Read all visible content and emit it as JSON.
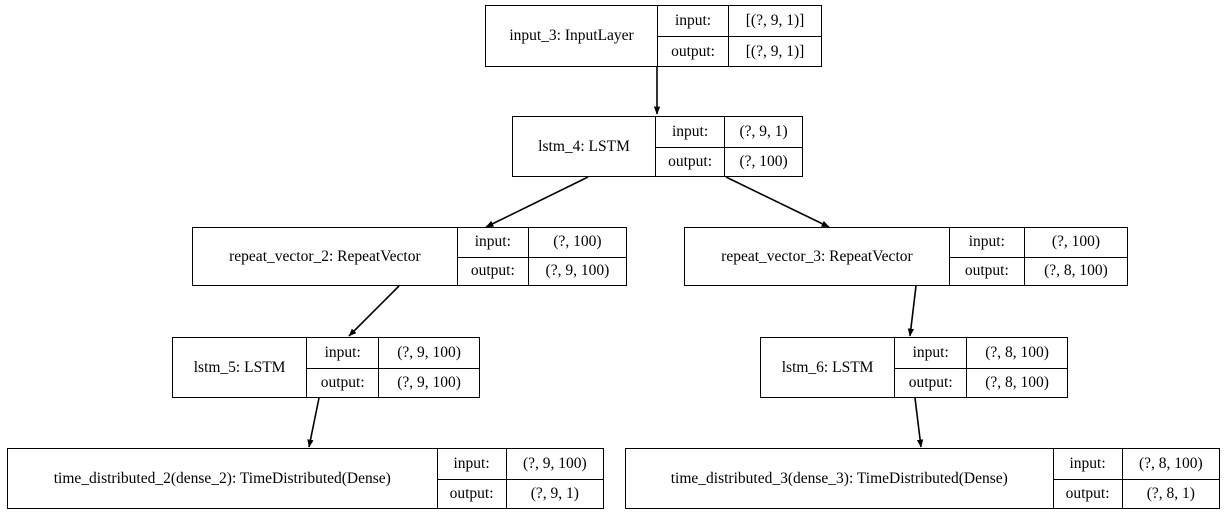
{
  "diagram": {
    "type": "keras-model-architecture",
    "title": "",
    "background_color": "#ffffff",
    "line_color": "#000000",
    "text_color": "#000000",
    "io_labels": {
      "input": "input:",
      "output": "output:"
    },
    "nodes": [
      {
        "id": "input_3",
        "name": "input_3: InputLayer",
        "input": "[(?, 9, 1)]",
        "output": "[(?, 9, 1)]"
      },
      {
        "id": "lstm_4",
        "name": "lstm_4: LSTM",
        "input": "(?, 9, 1)",
        "output": "(?, 100)"
      },
      {
        "id": "repeat_vector_2",
        "name": "repeat_vector_2: RepeatVector",
        "input": "(?, 100)",
        "output": "(?, 9, 100)"
      },
      {
        "id": "repeat_vector_3",
        "name": "repeat_vector_3: RepeatVector",
        "input": "(?, 100)",
        "output": "(?, 8, 100)"
      },
      {
        "id": "lstm_5",
        "name": "lstm_5: LSTM",
        "input": "(?, 9, 100)",
        "output": "(?, 9, 100)"
      },
      {
        "id": "lstm_6",
        "name": "lstm_6: LSTM",
        "input": "(?, 8, 100)",
        "output": "(?, 8, 100)"
      },
      {
        "id": "time_distributed_2",
        "name": "time_distributed_2(dense_2): TimeDistributed(Dense)",
        "input": "(?, 9, 100)",
        "output": "(?, 9, 1)"
      },
      {
        "id": "time_distributed_3",
        "name": "time_distributed_3(dense_3): TimeDistributed(Dense)",
        "input": "(?, 8, 100)",
        "output": "(?, 8, 1)"
      }
    ],
    "edges": [
      {
        "from": "input_3",
        "to": "lstm_4"
      },
      {
        "from": "lstm_4",
        "to": "repeat_vector_2"
      },
      {
        "from": "lstm_4",
        "to": "repeat_vector_3"
      },
      {
        "from": "repeat_vector_2",
        "to": "lstm_5"
      },
      {
        "from": "repeat_vector_3",
        "to": "lstm_6"
      },
      {
        "from": "lstm_5",
        "to": "time_distributed_2"
      },
      {
        "from": "lstm_6",
        "to": "time_distributed_3"
      }
    ]
  }
}
